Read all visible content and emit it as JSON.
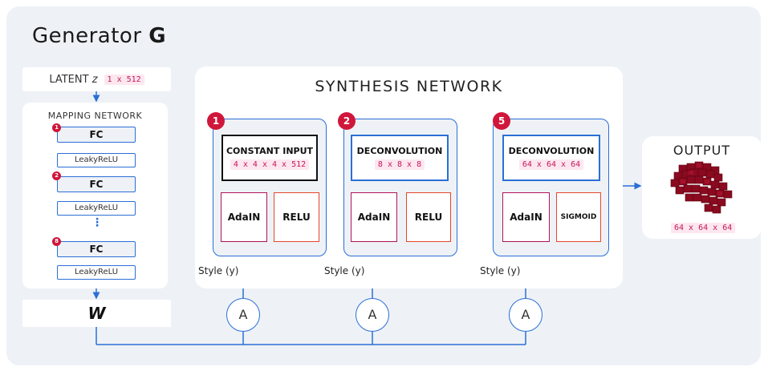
{
  "title": {
    "text": "Generator",
    "bold": "G"
  },
  "latent": {
    "label": "LATENT",
    "var": "z",
    "dims": "1 x 512"
  },
  "mapping": {
    "title": "MAPPING NETWORK",
    "layers": [
      {
        "badge": "1",
        "fc": "FC",
        "act": "LeakyReLU"
      },
      {
        "badge": "2",
        "fc": "FC",
        "act": "LeakyReLU"
      },
      {
        "badge": "8",
        "fc": "FC",
        "act": "LeakyReLU"
      }
    ],
    "ellipsis": "⋮"
  },
  "w_label": "W",
  "synthesis": {
    "title": "SYNTHESIS NETWORK",
    "blocks": [
      {
        "badge": "1",
        "input_label": "CONSTANT INPUT",
        "dims": "4 x 4 x 4 x 512",
        "adain": "AdaIN",
        "act": "RELU",
        "style": "Style (y)",
        "a": "A"
      },
      {
        "badge": "2",
        "input_label": "DECONVOLUTION",
        "dims": "8 x 8 x 8",
        "adain": "AdaIN",
        "act": "RELU",
        "style": "Style (y)",
        "a": "A"
      },
      {
        "badge": "5",
        "input_label": "DECONVOLUTION",
        "dims": "64 x 64 x 64",
        "adain": "AdaIN",
        "act": "SIGMOID",
        "style": "Style (y)",
        "a": "A"
      }
    ]
  },
  "output": {
    "title": "OUTPUT",
    "dims": "64 x 64 x 64"
  },
  "colors": {
    "blue": "#2b6fd6",
    "red_badge": "#d0163a",
    "adain_border": "#b0125a",
    "act_border": "#e8462a",
    "voxel": "#8b0a1f"
  }
}
